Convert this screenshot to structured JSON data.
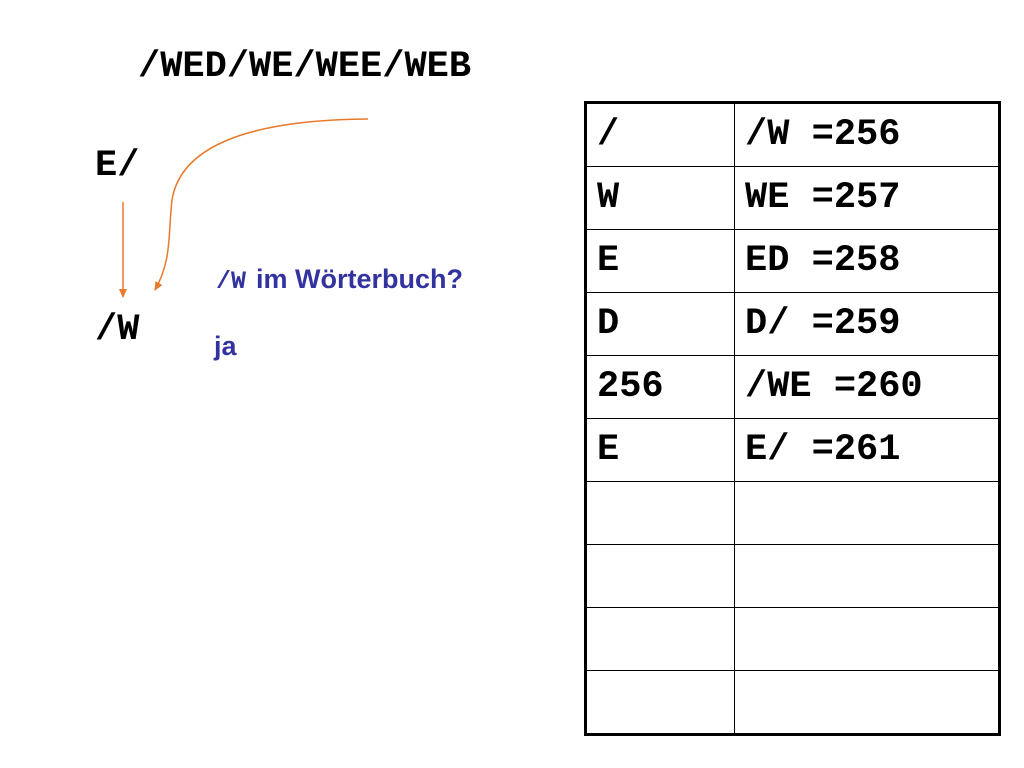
{
  "input_string": "/WED/WE/WEE/WEB",
  "current": {
    "top": "E/",
    "bottom": "/W"
  },
  "question": {
    "code": "/W",
    "text": "im Wörterbuch?",
    "answer": "ja"
  },
  "colors": {
    "arrow": "#e87a2a",
    "question_text": "#3333a0"
  },
  "dictionary": [
    {
      "symbol": "/",
      "entry": "/W =256"
    },
    {
      "symbol": "W",
      "entry": "WE =257"
    },
    {
      "symbol": "E",
      "entry": "ED =258"
    },
    {
      "symbol": "D",
      "entry": "D/ =259"
    },
    {
      "symbol": "256",
      "entry": "/WE =260"
    },
    {
      "symbol": "E",
      "entry": "E/ =261"
    },
    {
      "symbol": "",
      "entry": ""
    },
    {
      "symbol": "",
      "entry": ""
    },
    {
      "symbol": "",
      "entry": ""
    },
    {
      "symbol": "",
      "entry": ""
    }
  ]
}
